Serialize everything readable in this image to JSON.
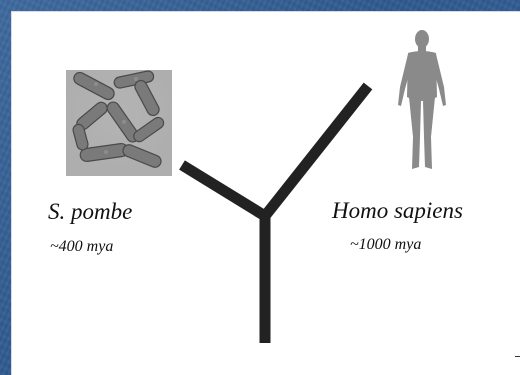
{
  "organisms": [
    {
      "name": "S. pombe",
      "age": "~400 mya",
      "image": "yeast-cells-micrograph"
    },
    {
      "name": "Homo sapiens",
      "age": "~1000 mya",
      "image": "human-silhouette"
    }
  ],
  "colors": {
    "background": "#34619a",
    "panel": "#ffffff",
    "branch": "#222222",
    "silhouette": "#8a8a8a"
  }
}
